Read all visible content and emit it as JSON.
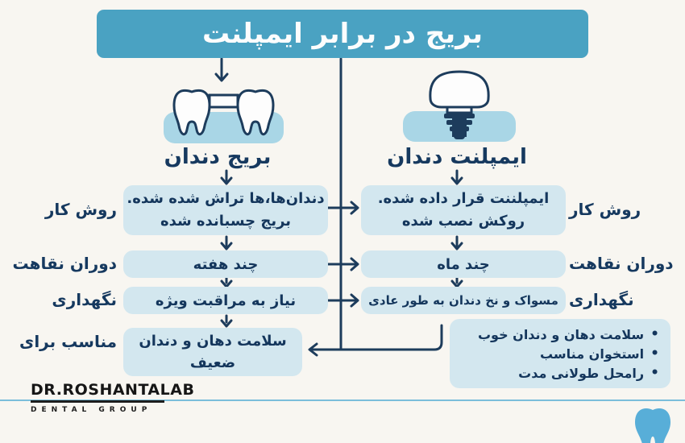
{
  "title": "بریج در برابر ایمپلنت",
  "bridge_heading": "بریج دندان",
  "implant_heading": "ایمپلنت دندان",
  "rows": [
    {
      "label": "روش کار",
      "bridge_lines": [
        "دندان‌ها،ها تراش شده شده.",
        "بریج چسبانده شده"
      ],
      "implant_lines": [
        "ایمپلننت قرار داده شده.",
        "روکش نصب شده"
      ]
    },
    {
      "label": "دوران نقاهت",
      "bridge": "چند هفته",
      "implant": "چند ماه"
    },
    {
      "label": "نگهداری",
      "bridge": "نیاز به مراقبت ویژه",
      "implant": "مسواک و نخ دندان به طور عادی"
    },
    {
      "label": "مناسب برای",
      "bridge_lines": [
        "سلامت دهان و دندان",
        "ضعیف"
      ],
      "implant_bullets": [
        "سلامت دهان و دندان خوب",
        "استخوان مناسب",
        "رامحل طولانی مدت"
      ],
      "bullet_glyph": "•"
    }
  ],
  "logo": {
    "name": "DR.ROSHANTALAB",
    "subtitle": "DENTAL GROUP"
  },
  "icons": {
    "left_column": "bridge-teeth-illustration",
    "right_column": "implant-illustration",
    "corner": "tooth-icon"
  },
  "colors": {
    "title_teal": "#4AA2C2",
    "box_blue": "#D3E7EF",
    "navy": "#1D3C5C",
    "gum_blue": "#A9D6E6",
    "tooth_icon_blue": "#58AED8",
    "background": "#F8F6F1",
    "footer_line_blue": "#7BBEDB"
  }
}
